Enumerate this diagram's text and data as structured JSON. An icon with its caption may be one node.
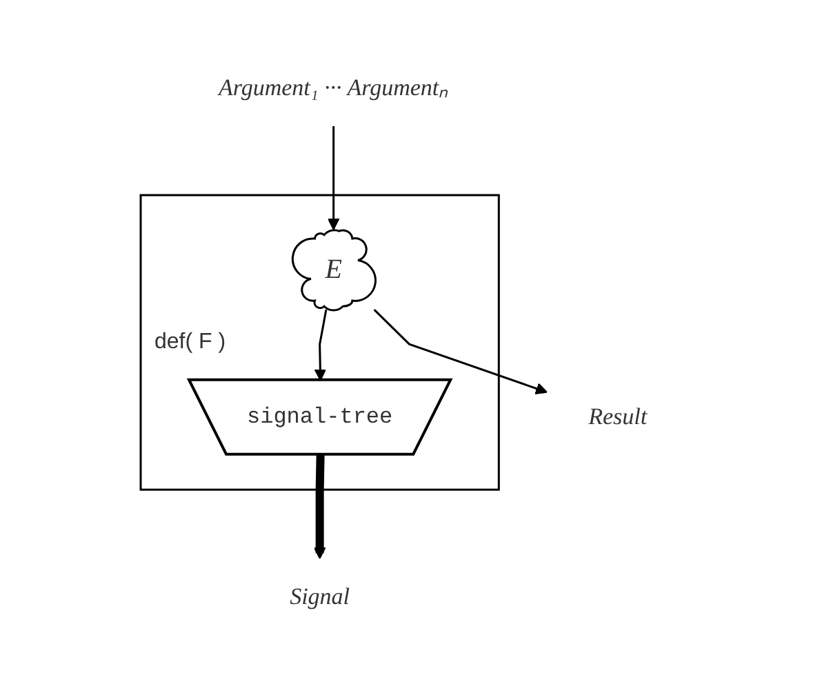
{
  "diagram": {
    "nodes": [
      {
        "text": [
          "Argument₁ ··· Argumentₙ"
        ]
      },
      {
        "text": [
          "def( F )"
        ]
      },
      {
        "text": [
          "E"
        ],
        "in": 1
      },
      {
        "text": [
          "signal-tree"
        ],
        "in": 1
      },
      {
        "text": [
          "Result"
        ]
      },
      {
        "text": [
          "Signal"
        ]
      }
    ],
    "edges": [
      {
        "from": 0,
        "to": 2,
        "arrow": "to"
      },
      {
        "from": 2,
        "to": 4,
        "arrow": "to"
      },
      {
        "from": 2,
        "to": 3,
        "arrow": "to"
      },
      {
        "from": 3,
        "to": 5,
        "arrow": "to",
        "style": "thick"
      }
    ]
  }
}
